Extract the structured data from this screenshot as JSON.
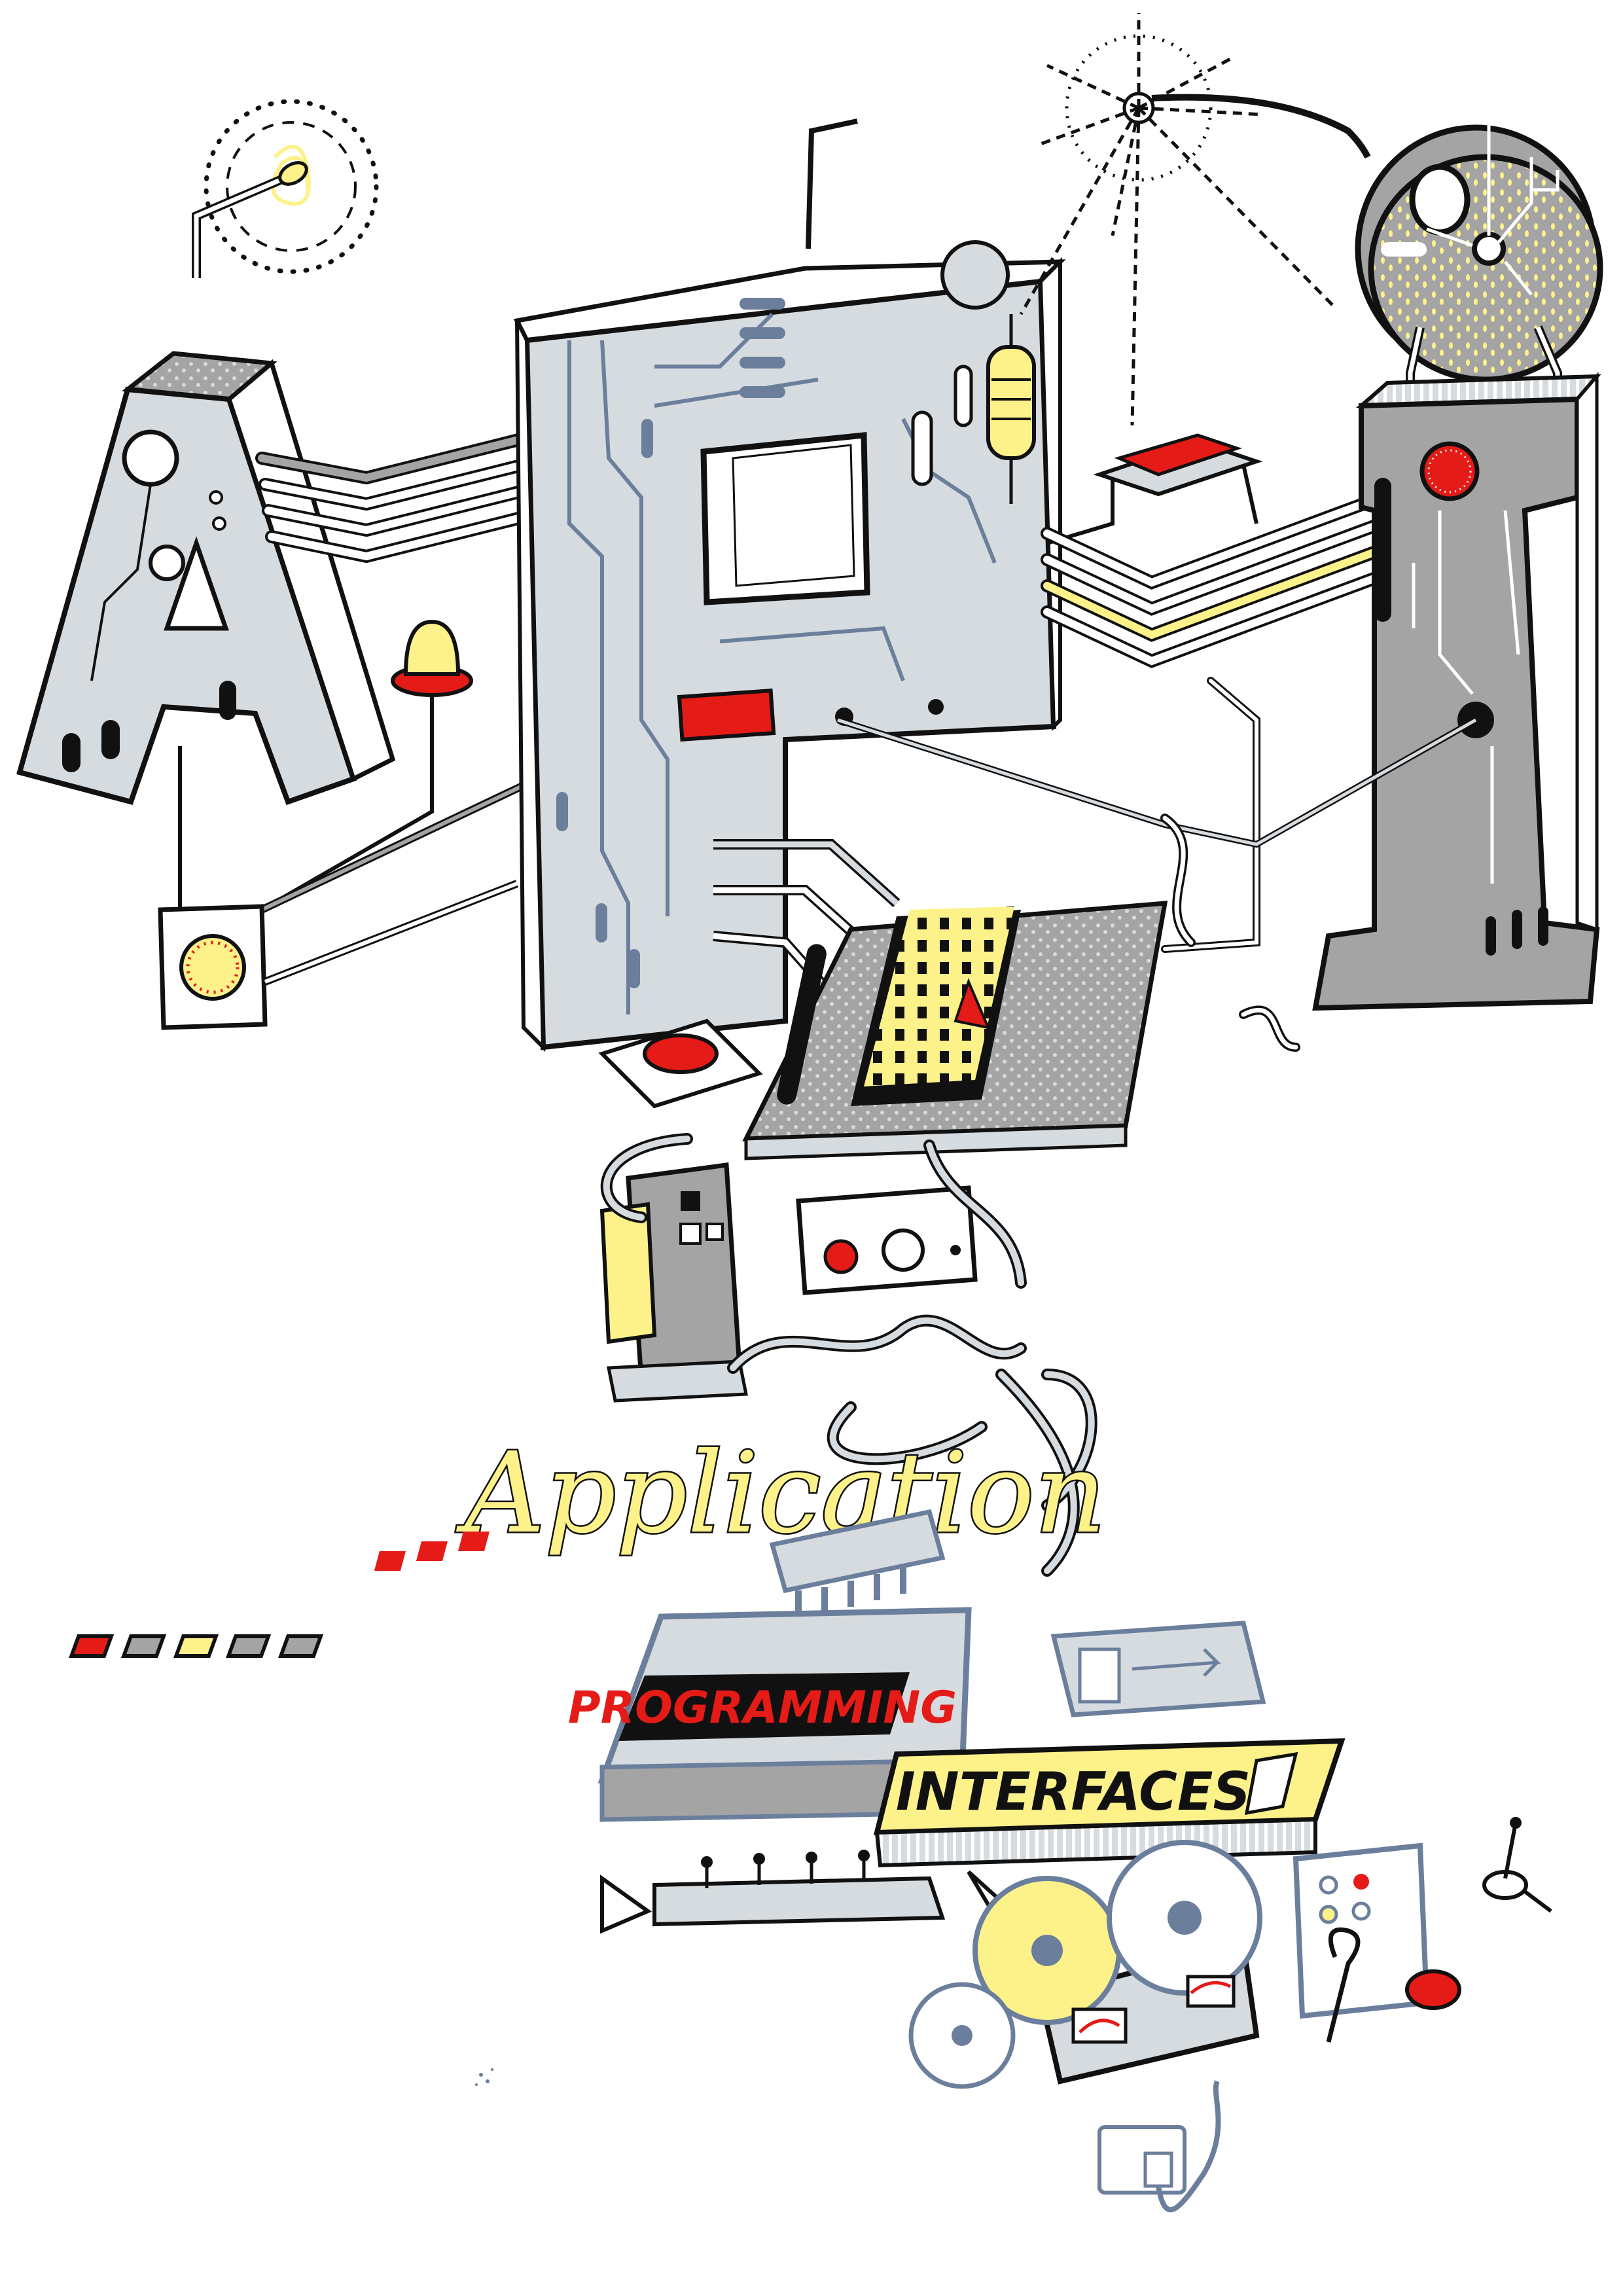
{
  "illustration": {
    "subject": "API machine illustration",
    "big_letters": [
      "A",
      "P",
      "I"
    ],
    "labels": {
      "application": "Application",
      "programming": "PROGRAMMING",
      "interfaces": "INTERFACES"
    },
    "palette": {
      "ink": "#111111",
      "panel_grey": "#d6dbdf",
      "dark_grey": "#a4a4a4",
      "blue_grey": "#6b7f9c",
      "yellow": "#fdf28a",
      "red": "#e41b17",
      "white": "#ffffff"
    },
    "objects": [
      "light-bulb",
      "antenna",
      "sunburst",
      "circuit-disc",
      "red-button",
      "led",
      "resistor",
      "breadboard",
      "rocker-switch",
      "control-box",
      "chip",
      "programming-console",
      "interfaces-strip",
      "reel-to-reel-tape",
      "wall-socket",
      "joystick",
      "microphone",
      "switch-bar"
    ]
  }
}
